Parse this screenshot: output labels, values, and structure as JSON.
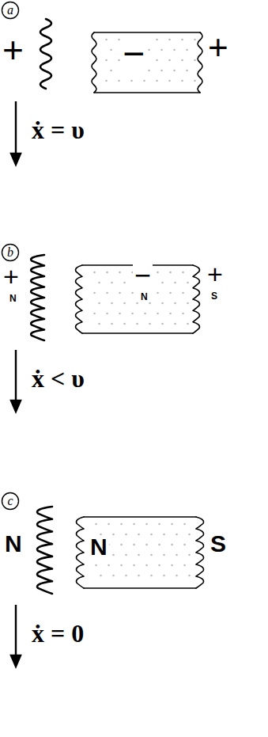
{
  "diagram": {
    "nodes": [
      {
        "text": [
          "−"
        ]
      },
      {
        "text": [
          "−",
          "N"
        ]
      },
      {
        "text": [
          "N"
        ]
      }
    ],
    "labels": [
      "a",
      "+",
      "+",
      "ẋ = υ",
      "b",
      "+",
      "N",
      "+",
      "S",
      "ẋ < υ",
      "c",
      "N",
      "S",
      "ẋ = 0"
    ]
  }
}
